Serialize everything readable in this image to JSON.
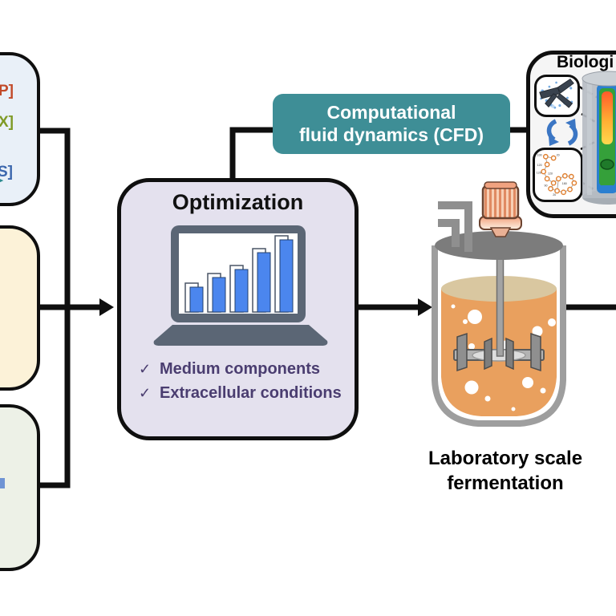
{
  "colors": {
    "teal_accent": "#3e8e96",
    "purple_text": "#4a3d70",
    "lavender_bg": "#e4e1ee",
    "bar_blue": "#4b86ee",
    "laptop_frame": "#5b6675",
    "liquid_orange": "#e9a05e",
    "kinetics_box_bg": "#e9f0f8",
    "middle_box_bg": "#fcf2d8",
    "bottom_box_bg": "#edf1e7",
    "connector_black": "#0f0f0f"
  },
  "icons": {
    "teal_arrow": "➤"
  },
  "left_panel": {
    "kinetics_box": {
      "labels": [
        {
          "text": "P]",
          "color": "#c24a2a"
        },
        {
          "text": "X]",
          "color": "#7f9a26"
        },
        {
          "text": "S]",
          "color": "#3c67ad"
        }
      ]
    }
  },
  "optimization": {
    "title": "Optimization",
    "checklist": [
      {
        "check": "✓",
        "label": "Medium components"
      },
      {
        "check": "✓",
        "label": "Extracellular conditions"
      }
    ],
    "laptop_chart": {
      "type": "bar",
      "values_rel": [
        31,
        43,
        53,
        74,
        90
      ]
    }
  },
  "cfd": {
    "line1": "Computational",
    "line2": "fluid dynamics (CFD)"
  },
  "biological": {
    "title": "Biologi",
    "network": {
      "numbers": [
        "100",
        "20",
        "120",
        "120",
        "120",
        "90",
        "180",
        "20"
      ]
    }
  },
  "fermentation": {
    "line1": "Laboratory scale",
    "line2": "fermentation"
  }
}
